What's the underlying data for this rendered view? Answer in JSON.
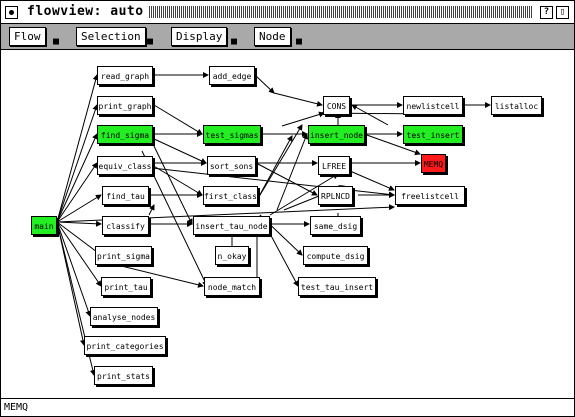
{
  "window": {
    "title": "flowview: auto",
    "help_label": "?",
    "zoom_label": "▯"
  },
  "menu": {
    "flow": "Flow",
    "selection": "Selection",
    "display": "Display",
    "node": "Node"
  },
  "nodes": {
    "read_graph": "read_graph",
    "add_edge": "add_edge",
    "print_graph": "print_graph",
    "cons": "CONS",
    "newlistcell": "newlistcell",
    "listalloc": "listalloc",
    "find_sigma": "find_sigma",
    "test_sigmas": "test_sigmas",
    "insert_node": "insert_node",
    "test_insert": "test_insert",
    "memq": "MEMQ",
    "equiv_class": "equiv_class",
    "sort_sons": "sort_sons",
    "lfree": "LFREE",
    "find_tau": "find_tau",
    "first_class": "first_class",
    "rplncd": "RPLNCD",
    "freelistcell": "freelistcell",
    "main": "main",
    "classify": "classify",
    "insert_tau_node": "insert_tau_node",
    "same_dsig": "same_dsig",
    "print_sigma": "print_sigma",
    "n_okay": "n_okay",
    "compute_dsig": "compute_dsig",
    "print_tau": "print_tau",
    "node_match": "node_match",
    "test_tau_insert": "test_tau_insert",
    "analyse_nodes": "analyse_nodes",
    "print_categories": "print_categories",
    "print_stats": "print_stats"
  },
  "colors": {
    "selected": "#22ee22",
    "highlight": "#ff1a1a",
    "menubar": "#a9a9a9"
  },
  "status": "MEMQ"
}
